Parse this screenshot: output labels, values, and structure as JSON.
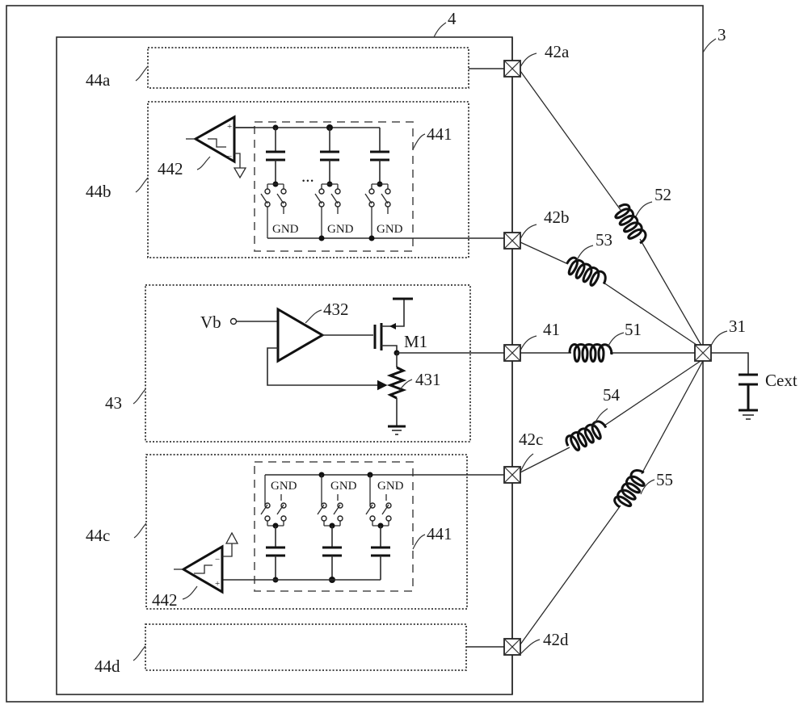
{
  "figure": {
    "outer_block_label": "3",
    "chip_label": "4",
    "external_pad_label": "31",
    "external_capacitor_label": "Cext",
    "pads": {
      "p42a": "42a",
      "p42b": "42b",
      "p41": "41",
      "p42c": "42c",
      "p42d": "42d"
    },
    "inductors": {
      "l51": "51",
      "l52": "52",
      "l53": "53",
      "l54": "54",
      "l55": "55"
    },
    "blocks": {
      "b44a": "44a",
      "b44b": "44b",
      "b43": "43",
      "b44c": "44c",
      "b44d": "44d"
    },
    "cap_array_label": "441",
    "comparator_label": "442",
    "regulator": {
      "input_label": "Vb",
      "amplifier_label": "432",
      "transistor_label": "M1",
      "resistor_label": "431"
    },
    "gnd_label": "GND",
    "ellipsis": "..."
  }
}
